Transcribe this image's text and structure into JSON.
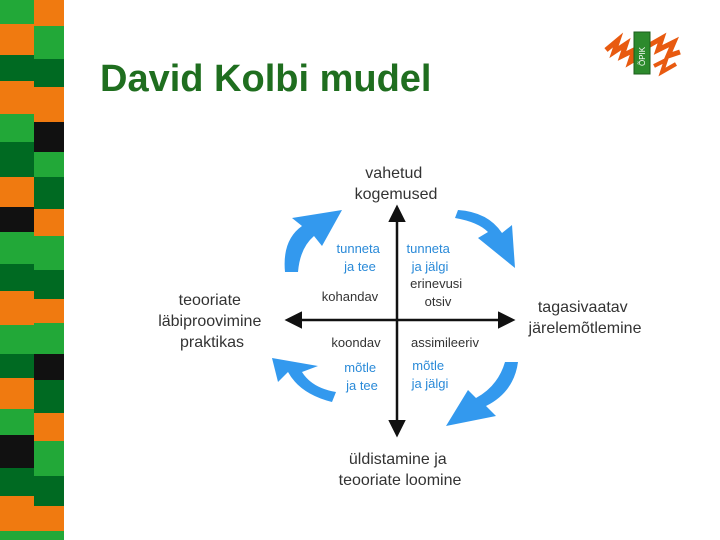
{
  "slide": {
    "title": "David Kolbi mudel",
    "stripe_colors": [
      "#22a838",
      "#f07a10",
      "#006a22",
      "#111111"
    ],
    "logo_text": "ÕPIK"
  },
  "diagram": {
    "poles": {
      "top": [
        "vahetud",
        "kogemused"
      ],
      "right": [
        "tagasivaatav",
        "järelemõtlemine"
      ],
      "bottom": [
        "üldistamine ja",
        "teooriate loomine"
      ],
      "left": [
        "teooriate",
        "läbiproovimine",
        "praktikas"
      ]
    },
    "styles": {
      "top_left": "kohandav",
      "top_right": "erinevusi otsiv",
      "bottom_left": "koondav",
      "bottom_right": "assimileeriv"
    },
    "actions": {
      "feel_do": [
        "tunneta",
        "ja tee"
      ],
      "feel_watch": [
        "tunneta",
        "ja jälgi"
      ],
      "think_do": [
        "mõtle",
        "ja tee"
      ],
      "think_watch": [
        "mõtle",
        "ja jälgi"
      ]
    },
    "colors": {
      "arrow_blue": "#3399ee",
      "axis": "#111111",
      "action_text": "#2a8ad8"
    }
  }
}
